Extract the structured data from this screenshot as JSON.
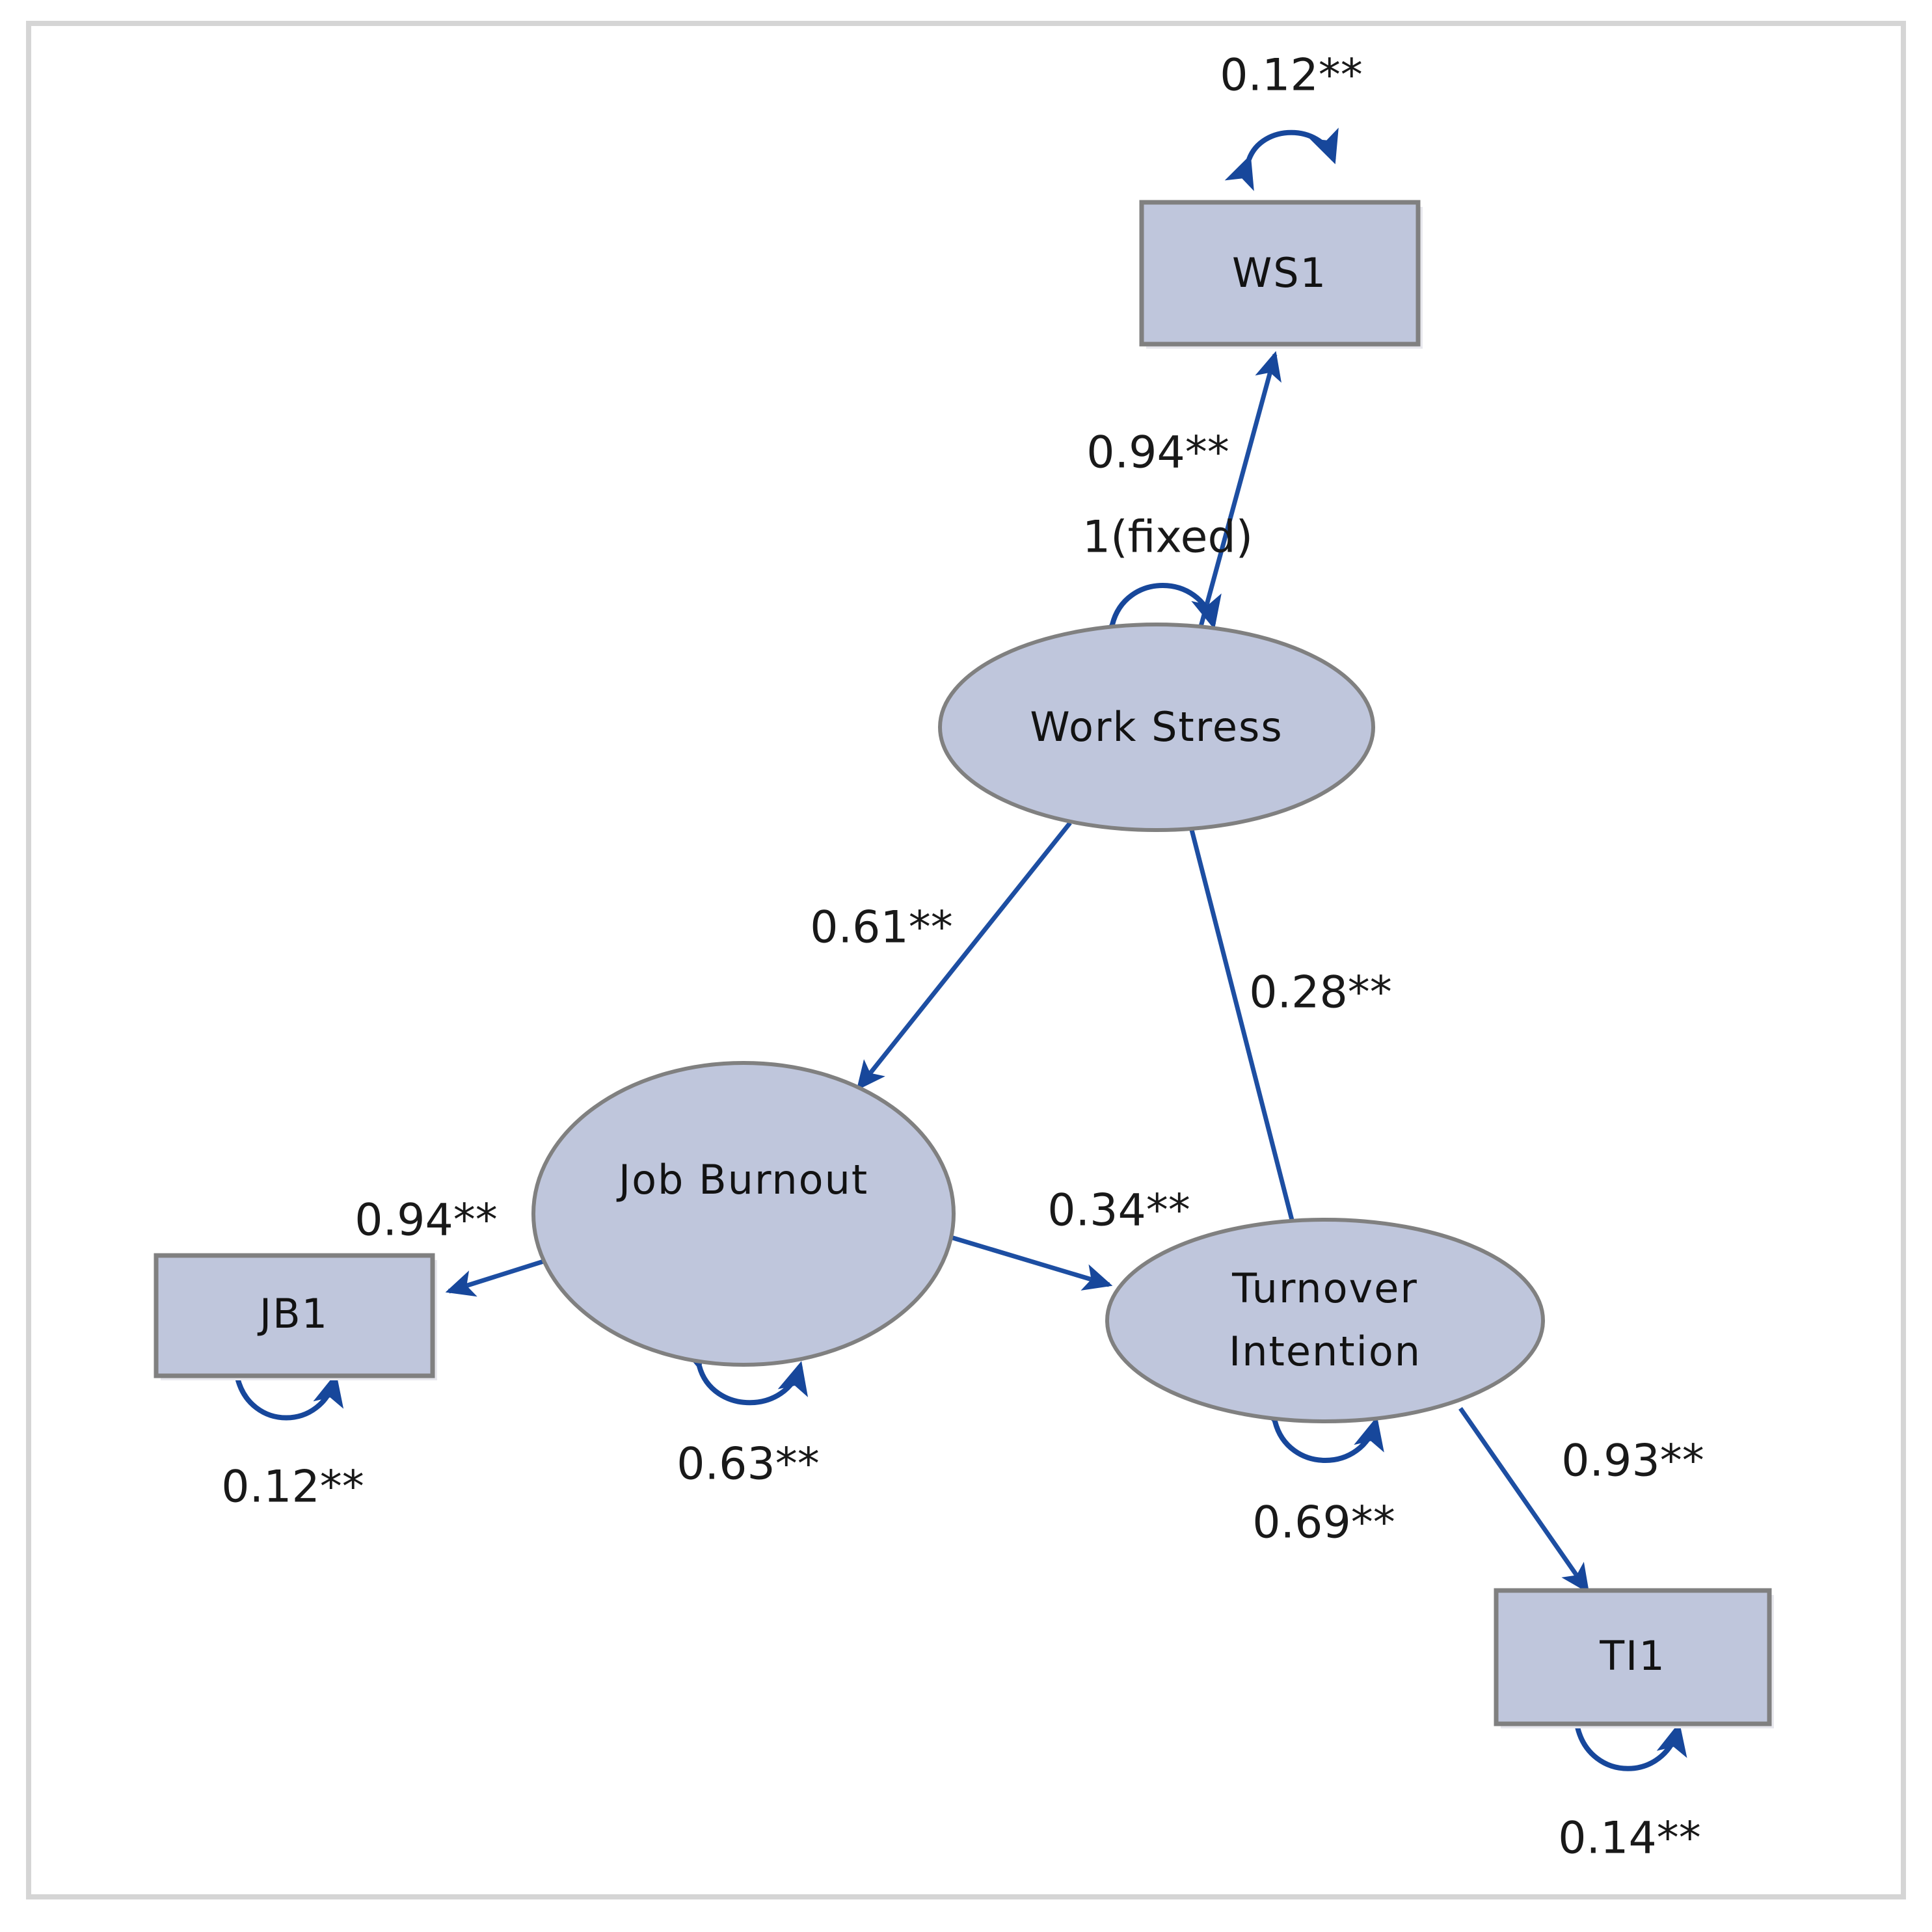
{
  "diagram": {
    "type": "sem-path-diagram",
    "title": "",
    "colors": {
      "node_fill": "#bfc6dc",
      "node_stroke": "#808080",
      "edge": "#1d4ea2",
      "loop": "#17479b",
      "frame": "#d5d5d5",
      "background": "#ffffff",
      "text": "#121212"
    },
    "nodes": [
      {
        "id": "WS1",
        "label": "WS1",
        "shape": "rectangle",
        "kind": "observed"
      },
      {
        "id": "WorkStress",
        "label": "Work Stress",
        "shape": "ellipse",
        "kind": "latent"
      },
      {
        "id": "JobBurnout",
        "label": "Job Burnout",
        "shape": "ellipse",
        "kind": "latent"
      },
      {
        "id": "TurnoverIntention",
        "label_line1": "Turnover",
        "label_line2": "Intention",
        "shape": "ellipse",
        "kind": "latent"
      },
      {
        "id": "JB1",
        "label": "JB1",
        "shape": "rectangle",
        "kind": "observed"
      },
      {
        "id": "TI1",
        "label": "TI1",
        "shape": "rectangle",
        "kind": "observed"
      }
    ],
    "paths": [
      {
        "id": "ws-to-ws1",
        "from": "WorkStress",
        "to": "WS1",
        "label": "0.94**",
        "kind": "directed"
      },
      {
        "id": "ws-to-jb",
        "from": "WorkStress",
        "to": "JobBurnout",
        "label": "0.61**",
        "kind": "directed"
      },
      {
        "id": "ws-to-ti",
        "from": "WorkStress",
        "to": "TurnoverIntention",
        "label": "0.28**",
        "kind": "directed"
      },
      {
        "id": "jb-to-jb1",
        "from": "JobBurnout",
        "to": "JB1",
        "label": "0.94**",
        "kind": "directed"
      },
      {
        "id": "jb-to-ti",
        "from": "JobBurnout",
        "to": "TurnoverIntention",
        "label": "0.34**",
        "kind": "directed"
      },
      {
        "id": "ti-to-ti1",
        "from": "TurnoverIntention",
        "to": "TI1",
        "label": "0.93**",
        "kind": "directed"
      }
    ],
    "variances": [
      {
        "id": "ws1-variance",
        "node": "WS1",
        "label": "0.12**",
        "kind": "double-headed-loop",
        "position": "above"
      },
      {
        "id": "ws-variance",
        "node": "WorkStress",
        "label": "1(fixed)",
        "kind": "double-headed-loop",
        "position": "above"
      },
      {
        "id": "jb-variance",
        "node": "JobBurnout",
        "label": "0.63**",
        "kind": "double-headed-loop",
        "position": "below"
      },
      {
        "id": "jb1-variance",
        "node": "JB1",
        "label": "0.12**",
        "kind": "double-headed-loop",
        "position": "below"
      },
      {
        "id": "ti-variance",
        "node": "TurnoverIntention",
        "label": "0.69**",
        "kind": "double-headed-loop",
        "position": "below"
      },
      {
        "id": "ti1-variance",
        "node": "TI1",
        "label": "0.14**",
        "kind": "double-headed-loop",
        "position": "below"
      }
    ]
  }
}
